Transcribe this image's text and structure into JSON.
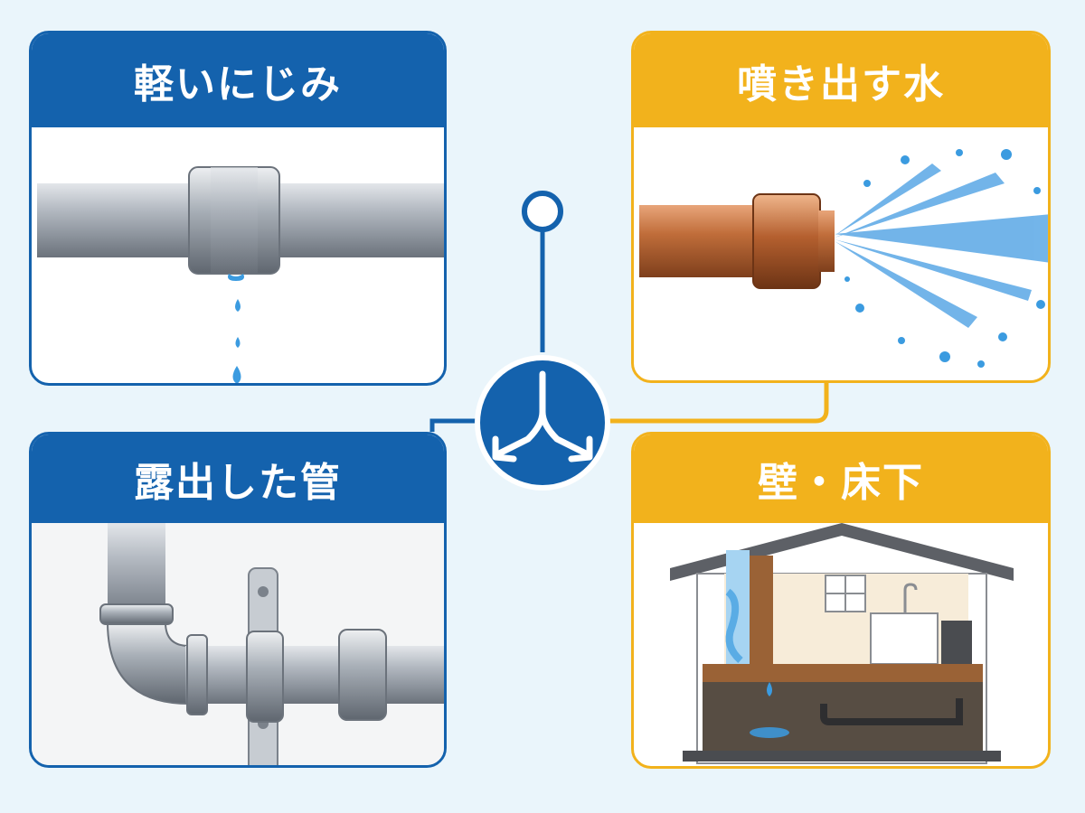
{
  "panels": {
    "top_left": {
      "title": "軽いにじみ",
      "accent": "#1462ad"
    },
    "top_right": {
      "title": "噴き出す水",
      "accent": "#f2b21c"
    },
    "bottom_left": {
      "title": "露出した管",
      "accent": "#1462ad"
    },
    "bottom_right": {
      "title": "壁・床下",
      "accent": "#f2b21c"
    }
  },
  "hub": {
    "icon": "split-arrows-icon",
    "color": "#1462ad"
  },
  "background": "#eaf5fb"
}
